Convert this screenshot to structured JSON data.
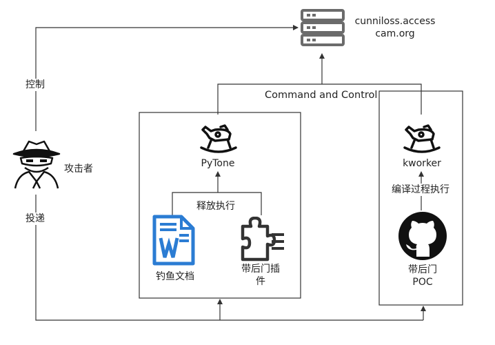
{
  "server": {
    "label_line1": "cunniloss.access",
    "label_line2": "cam.org",
    "icon": "server-icon"
  },
  "attacker": {
    "label": "攻击者",
    "icon": "spy-icon"
  },
  "edges": {
    "control": "控制",
    "deliver": "投递",
    "c2": "Command and Control",
    "release_exec": "释放执行",
    "compile_exec": "编译过程执行"
  },
  "left_box": {
    "pytone": {
      "label": "PyTone",
      "icon": "rocking-horse-icon"
    },
    "phishing_doc": {
      "label": "钓鱼文档",
      "icon": "word-document-icon"
    },
    "backdoor_plugin": {
      "label_line1": "带后门插",
      "label_line2": "件",
      "icon": "puzzle-plugin-icon"
    }
  },
  "right_box": {
    "kworker": {
      "label": "kworker",
      "icon": "rocking-horse-icon"
    },
    "backdoor_poc": {
      "label_line1": "带后门",
      "label_line2": "POC",
      "icon": "github-icon"
    }
  },
  "colors": {
    "line": "#333333",
    "word_blue": "#2b7cd3",
    "server_gray": "#6b6b6b"
  }
}
